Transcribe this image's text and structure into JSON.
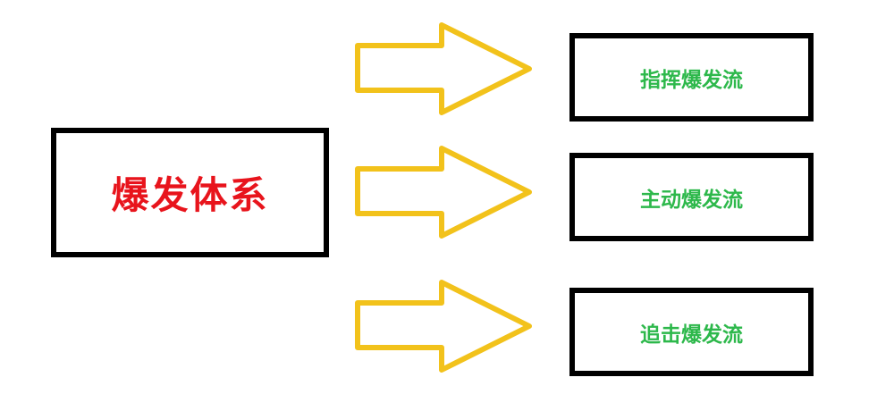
{
  "root": {
    "label": "爆发体系",
    "color": "#e8141c"
  },
  "branches": [
    {
      "label": "指挥爆发流"
    },
    {
      "label": "主动爆发流"
    },
    {
      "label": "追击爆发流"
    }
  ],
  "colors": {
    "arrow": "#f2c21b",
    "branch_text": "#2db84b",
    "border": "#000000"
  }
}
